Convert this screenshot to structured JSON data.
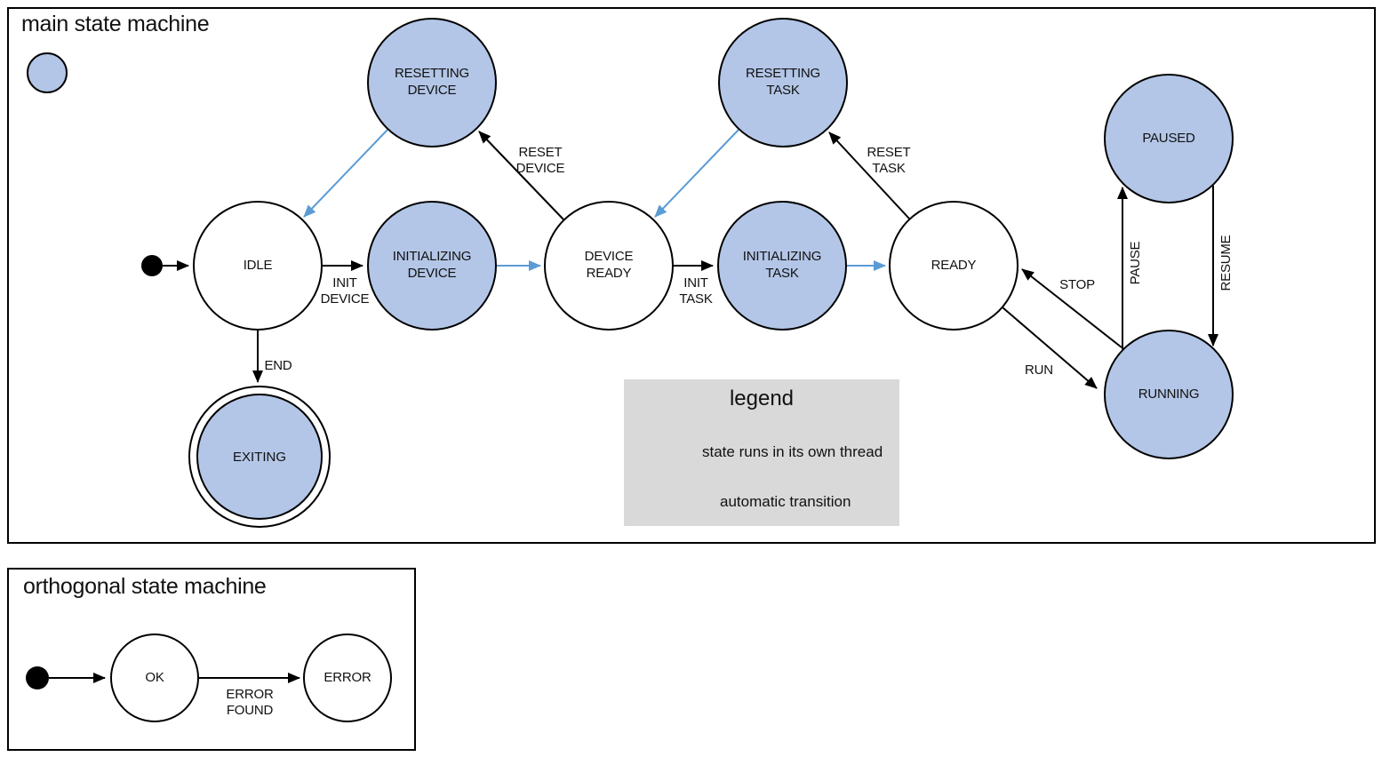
{
  "colors": {
    "threaded_state_fill": "#b3c6e7",
    "automatic_transition_arrow": "#5b9bd5",
    "legend_background": "#d9d9d9",
    "outline": "#000000"
  },
  "main_machine": {
    "title": "main state machine",
    "states": {
      "idle": "IDLE",
      "resetting_device": "RESETTING\nDEVICE",
      "initializing_device": "INITIALIZING\nDEVICE",
      "device_ready": "DEVICE\nREADY",
      "resetting_task": "RESETTING\nTASK",
      "initializing_task": "INITIALIZING\nTASK",
      "ready": "READY",
      "paused": "PAUSED",
      "running": "RUNNING",
      "exiting": "EXITING"
    },
    "transitions": {
      "init_device": "INIT\nDEVICE",
      "reset_device": "RESET\nDEVICE",
      "init_task": "INIT\nTASK",
      "reset_task": "RESET\nTASK",
      "run": "RUN",
      "stop": "STOP",
      "pause": "PAUSE",
      "resume": "RESUME",
      "end": "END"
    }
  },
  "legend": {
    "title": "legend",
    "thread_label": "state runs in its own thread",
    "auto_label": "automatic transition"
  },
  "orthogonal_machine": {
    "title": "orthogonal state machine",
    "states": {
      "ok": "OK",
      "error": "ERROR"
    },
    "transitions": {
      "error_found": "ERROR\nFOUND"
    }
  }
}
